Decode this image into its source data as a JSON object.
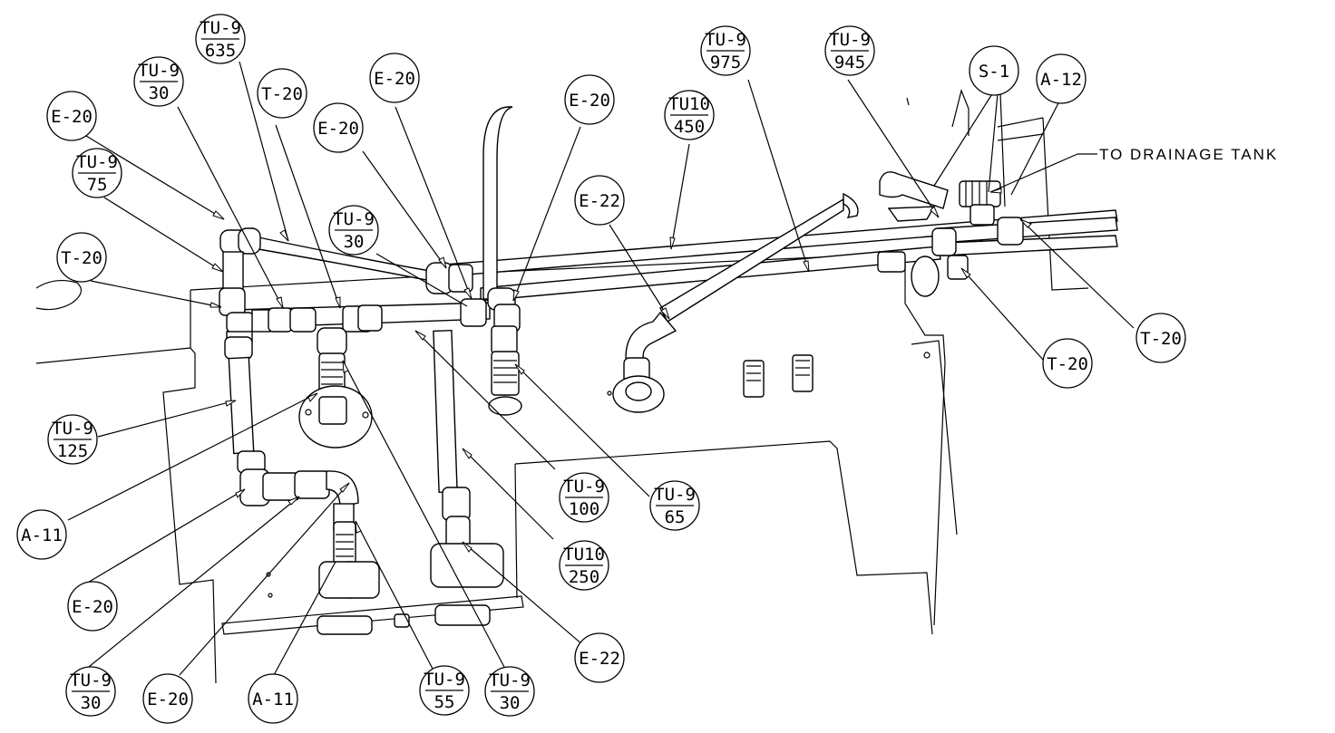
{
  "note": "TO DRAINAGE TANK",
  "balloons": [
    {
      "code": "TU-9",
      "qty": "635"
    },
    {
      "code": "TU-9",
      "qty": "30"
    },
    {
      "code": "T-20"
    },
    {
      "code": "E-20"
    },
    {
      "code": "E-20"
    },
    {
      "code": "E-20"
    },
    {
      "code": "E-20"
    },
    {
      "code": "TU-9",
      "qty": "30"
    },
    {
      "code": "TU-9",
      "qty": "975"
    },
    {
      "code": "TU10",
      "qty": "450"
    },
    {
      "code": "TU-9",
      "qty": "945"
    },
    {
      "code": "S-1"
    },
    {
      "code": "A-12"
    },
    {
      "code": "TU-9",
      "qty": "75"
    },
    {
      "code": "T-20"
    },
    {
      "code": "E-22"
    },
    {
      "code": "T-20"
    },
    {
      "code": "T-20"
    },
    {
      "code": "TU-9",
      "qty": "125"
    },
    {
      "code": "A-11"
    },
    {
      "code": "E-20"
    },
    {
      "code": "TU-9",
      "qty": "100"
    },
    {
      "code": "TU-9",
      "qty": "65"
    },
    {
      "code": "TU10",
      "qty": "250"
    },
    {
      "code": "TU-9",
      "qty": "30"
    },
    {
      "code": "E-20"
    },
    {
      "code": "A-11"
    },
    {
      "code": "TU-9",
      "qty": "55"
    },
    {
      "code": "TU-9",
      "qty": "30"
    },
    {
      "code": "E-22"
    }
  ]
}
